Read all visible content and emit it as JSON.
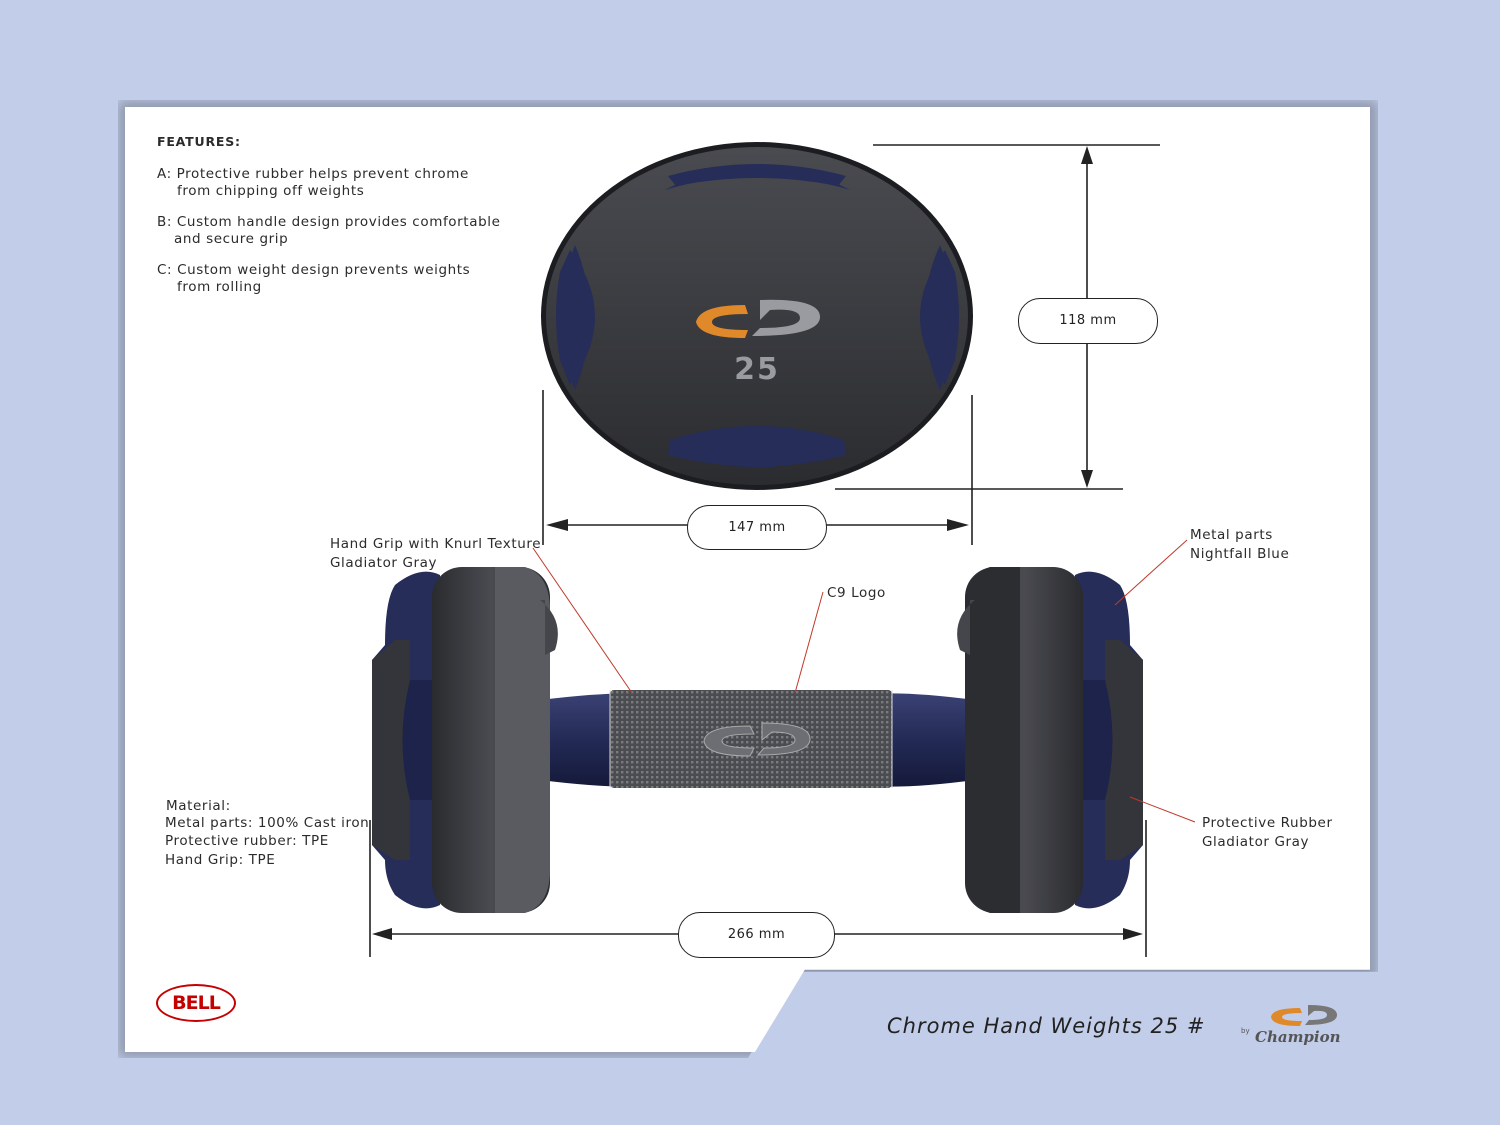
{
  "features": {
    "title": "FEATURES:",
    "a_line1": "A: Protective rubber helps prevent chrome",
    "a_line2": "from chipping off weights",
    "b_line1": "B: Custom handle design provides comfortable",
    "b_line2": "and secure grip",
    "c_line1": "C: Custom weight design prevents weights",
    "c_line2": "from rolling"
  },
  "dimensions": {
    "height": "118  mm",
    "width": "147 mm",
    "length": "266 mm"
  },
  "plate_number": "25",
  "callouts": {
    "grip_line1": "Hand Grip with Knurl Texture",
    "grip_line2": "Gladiator Gray",
    "metal_line1": "Metal parts",
    "metal_line2": "Nightfall Blue",
    "logo": "C9 Logo",
    "rubber_line1": "Protective Rubber",
    "rubber_line2": "Gladiator Gray"
  },
  "material": {
    "line1": "Material:",
    "line2": "Metal parts: 100% Cast iron",
    "line3": "Protective rubber: TPE",
    "line4": "Hand Grip: TPE"
  },
  "footer": {
    "title": "Chrome Hand Weights 25 #",
    "brand_left": "BELL",
    "brand_by": "by",
    "brand_right": "Champion"
  },
  "colors": {
    "background": "#c2cde9",
    "rubber": "#3a3b40",
    "metal": "#262d58",
    "logo_accent": "#e0892a",
    "leader_line": "#c0392b"
  }
}
